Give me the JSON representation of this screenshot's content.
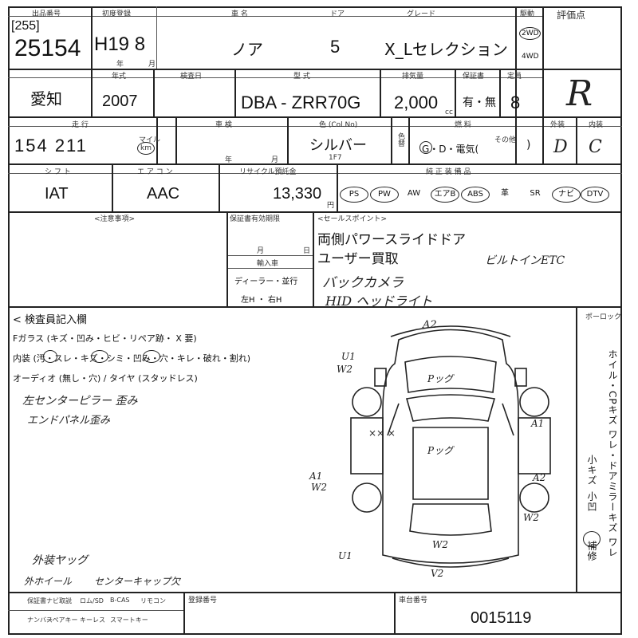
{
  "labels": {
    "venue": "出品番号",
    "first_reg": "初度登録",
    "car_name": "車 名",
    "door": "ドア",
    "grade": "グレード",
    "drive": "駆動",
    "score": "評価点",
    "reg_no": "登録番号",
    "year": "年式",
    "inspection": "検査日",
    "model": "型 式",
    "displacement": "排気量",
    "record": "保証書",
    "capacity": "定員",
    "mileage": "走 行",
    "shaken": "車 検",
    "color": "色 (Col.No)",
    "fuel": "燃 料",
    "exterior": "外装",
    "interior": "内装",
    "shift": "シ フ ト",
    "aircon": "エ ア コ ン",
    "recycle": "リサイクル預託金",
    "equipment": "純 正 装 備 品",
    "notes": "<注意事項>",
    "warranty": "保証書有効期限",
    "imports": "輸入車",
    "sales_points": "<セールスポイント>",
    "inspector": "< 検査員記入欄",
    "pawlock": "ポーロック",
    "serial": "車台番号",
    "nengo_unit": "年",
    "month_unit": "月",
    "mile_unit": "マイル",
    "km_unit": "km",
    "cc": "cc",
    "recycle_unit": "円",
    "color_label": "色替",
    "fuel_other": "その他"
  },
  "header": {
    "lot_bracket": "[255]",
    "lot_number": "25154",
    "first_reg": "H19 8",
    "car_name": "ノア",
    "doors": "5",
    "grade": "X_Lセレクション",
    "drive_2wd": "2WD",
    "drive_4wd": "4WD",
    "score": "R",
    "prefecture": "愛知",
    "year": "2007",
    "model": "DBA - ZRR70G",
    "displacement": "2,000",
    "record": "有・無",
    "capacity": "8",
    "mileage": "154 211",
    "color": "シルバー",
    "color_no": "1F7",
    "fuel": "G・D・電気(",
    "fuel_close": ")",
    "exterior_grade": "D",
    "interior_grade": "C",
    "shift": "IAT",
    "aircon": "AAC",
    "recycle": "13,330",
    "shaken_year": "年",
    "shaken_month": "月",
    "import_options": "ディーラー・並行",
    "handle_options": "左H ・ 右H",
    "warranty_month": "月",
    "warranty_day": "日"
  },
  "equipment": [
    "PS",
    "PW",
    "AW",
    "エアB",
    "ABS",
    "革",
    "SR",
    "ナビ",
    "DTV"
  ],
  "equipment_circled": [
    "PS",
    "PW",
    "エアB",
    "ABS",
    "ナビ",
    "DTV"
  ],
  "sales_points": [
    "両側パワースライドドア",
    "ユーザー買取"
  ],
  "handwritten": {
    "sales_extra_1": "バックカメラ",
    "sales_extra_2": "HID ヘッドライト",
    "sales_extra_3": "ビルトインETC",
    "notes_1": "左センターピラー 歪み",
    "notes_2": "エンドパネル歪み",
    "notes_3": "外装ヤッグ",
    "notes_4": "外ホイール",
    "notes_5": "センターキャップ欠",
    "map_a2_top": "A2",
    "map_u1_top": "U1",
    "map_w2_top": "W2",
    "map_pug_front": "Pッグ",
    "map_pug_mid": "Pッグ",
    "map_a1_right": "A1",
    "map_a1_left": "A1",
    "map_w2_left": "W2",
    "map_a2_right": "A2",
    "map_w2_right": "W2",
    "map_u1_bottom": "U1",
    "map_w2_bottom": "W2",
    "map_v2_bottom": "V2",
    "map_xx": "×× ×"
  },
  "inspector": {
    "glass": "Fガラス (キズ・凹み・ヒビ・リペア跡・ X 要)",
    "interior": "内装 (汚・スレ・キズ・シミ・凹み・穴・キレ・破れ・割れ)",
    "audio": "オーディオ (無し・穴) / タイヤ (スタッドレス)"
  },
  "side_vertical": {
    "line1": "ホイル・CPキズ ワレ・ドアミラーキズ ワレ",
    "line2": "小キズ",
    "line3": "小凹",
    "line4": "補修"
  },
  "footer": {
    "row1": [
      "保証書",
      "ナビ取説",
      "ロム/SD",
      "B-CAS",
      "リモコン"
    ],
    "row2": [
      "ナンバー",
      "スペアキー",
      "キーレス",
      "スマートキー"
    ],
    "serial": "0015119"
  }
}
